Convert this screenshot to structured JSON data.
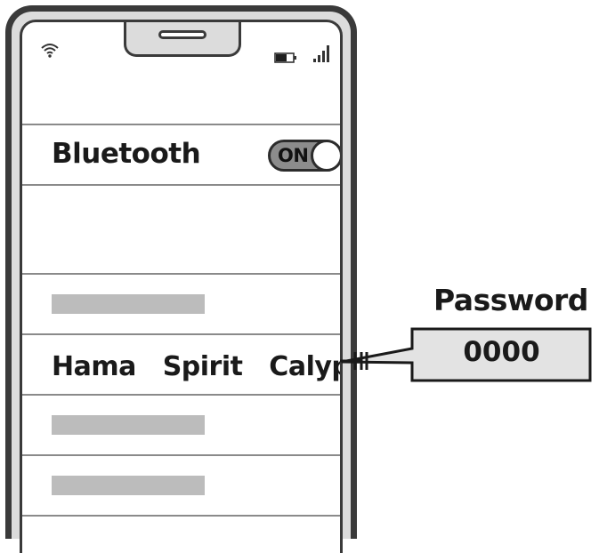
{
  "bluetooth": {
    "label": "Bluetooth",
    "toggle_state": "ON"
  },
  "devices": {
    "found": "Hama   Spirit   Calypso"
  },
  "pairing": {
    "title": "Password",
    "value": "0000"
  },
  "colors": {
    "frame": "#3a3a3a",
    "bezel": "#dcdcdc",
    "placeholder": "#bcbcbc",
    "toggle_track": "#8c8c8c",
    "callout_fill": "#e3e3e3"
  },
  "icons": {
    "wifi": "wifi-icon",
    "battery": "battery-icon",
    "signal": "signal-icon",
    "connector": "pairing-connector-icon"
  }
}
